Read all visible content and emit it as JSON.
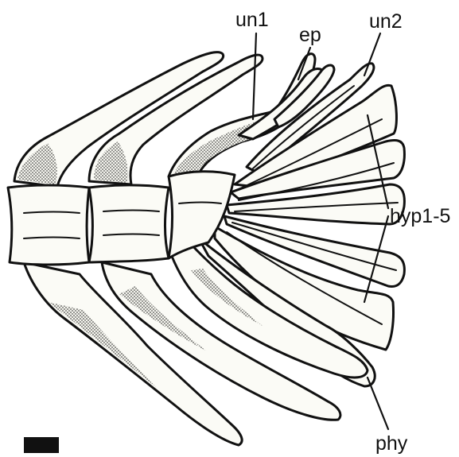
{
  "labels": {
    "un1": "un1",
    "ep": "ep",
    "un2": "un2",
    "hyp": "hyp1-5",
    "phy": "phy"
  },
  "colors": {
    "ink": "#111111",
    "bone": "#fbfbf6"
  }
}
